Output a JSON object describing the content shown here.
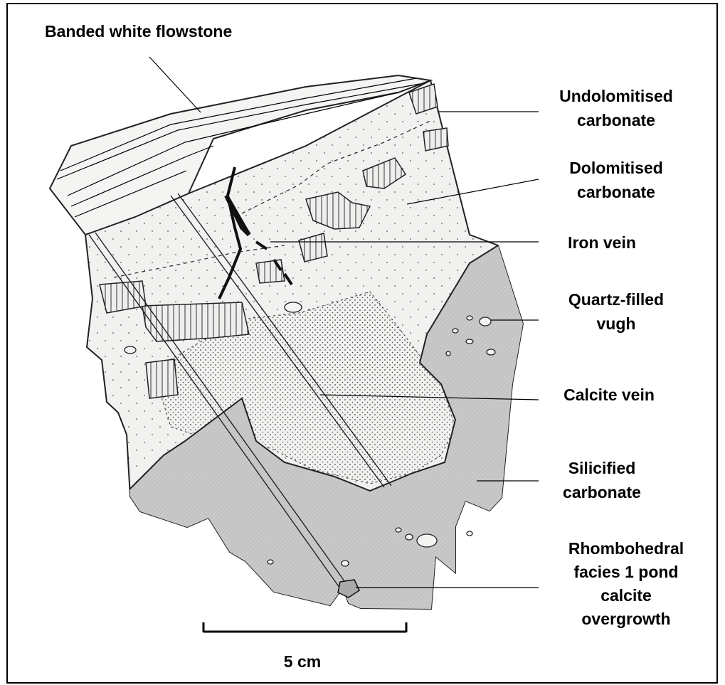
{
  "labels": {
    "banded_flowstone": "Banded white flowstone",
    "undolomitised": [
      "Undolomitised",
      "carbonate"
    ],
    "dolomitised": [
      "Dolomitised",
      "carbonate"
    ],
    "iron_vein": "Iron vein",
    "quartz_vugh": [
      "Quartz-filled",
      "vugh"
    ],
    "calcite_vein": "Calcite vein",
    "silicified": [
      "Silicified",
      "carbonate"
    ],
    "rhombohedral": [
      "Rhombohedral",
      "facies 1 pond",
      "calcite",
      "overgrowth"
    ]
  },
  "scale_bar": {
    "label": "5 cm"
  },
  "colors": {
    "dolomitised_fill": "#f1f1ef",
    "silicified_fill": "#c9c9c9",
    "outline": "#222222"
  }
}
